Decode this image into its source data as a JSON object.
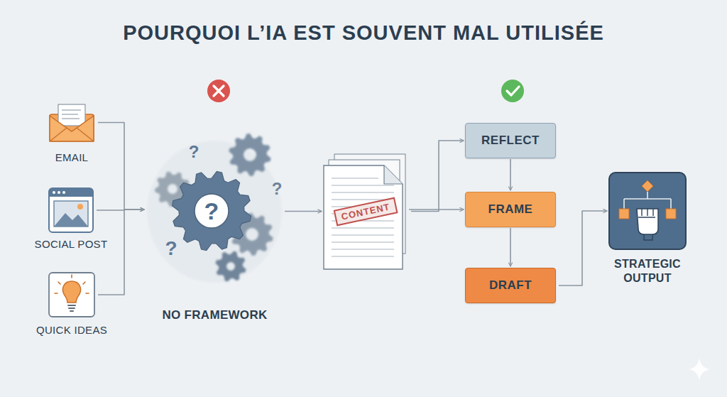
{
  "diagram": {
    "title": "POURQUOI L’IA EST SOUVENT MAL UTILISÉE",
    "nodes": [
      {
        "text": [
          "EMAIL"
        ]
      },
      {
        "text": [
          "SOCIAL POST"
        ]
      },
      {
        "text": [
          "QUICK IDEAS"
        ]
      },
      {
        "text": [
          "NO FRAMEWORK"
        ]
      },
      {
        "text": [
          "CONTENT"
        ]
      },
      {
        "text": [
          "REFLECT"
        ]
      },
      {
        "text": [
          "FRAME"
        ]
      },
      {
        "text": [
          "DRAFT"
        ]
      },
      {
        "text": [
          "STRATEGIC OUTPUT"
        ]
      }
    ],
    "edges": [
      {
        "from": 0,
        "to": 3,
        "arrow": "to"
      },
      {
        "from": 1,
        "to": 3,
        "arrow": "to"
      },
      {
        "from": 2,
        "to": 3,
        "arrow": "to"
      },
      {
        "from": 3,
        "to": 4,
        "arrow": "to"
      },
      {
        "from": 4,
        "to": 5,
        "arrow": "to"
      },
      {
        "from": 4,
        "to": 6,
        "arrow": "to"
      },
      {
        "from": 5,
        "to": 6,
        "arrow": "to"
      },
      {
        "from": 6,
        "to": 7,
        "arrow": "to"
      },
      {
        "from": 7,
        "to": 8,
        "arrow": "to"
      }
    ],
    "labels": [
      "?",
      "?",
      "?",
      "?"
    ]
  }
}
